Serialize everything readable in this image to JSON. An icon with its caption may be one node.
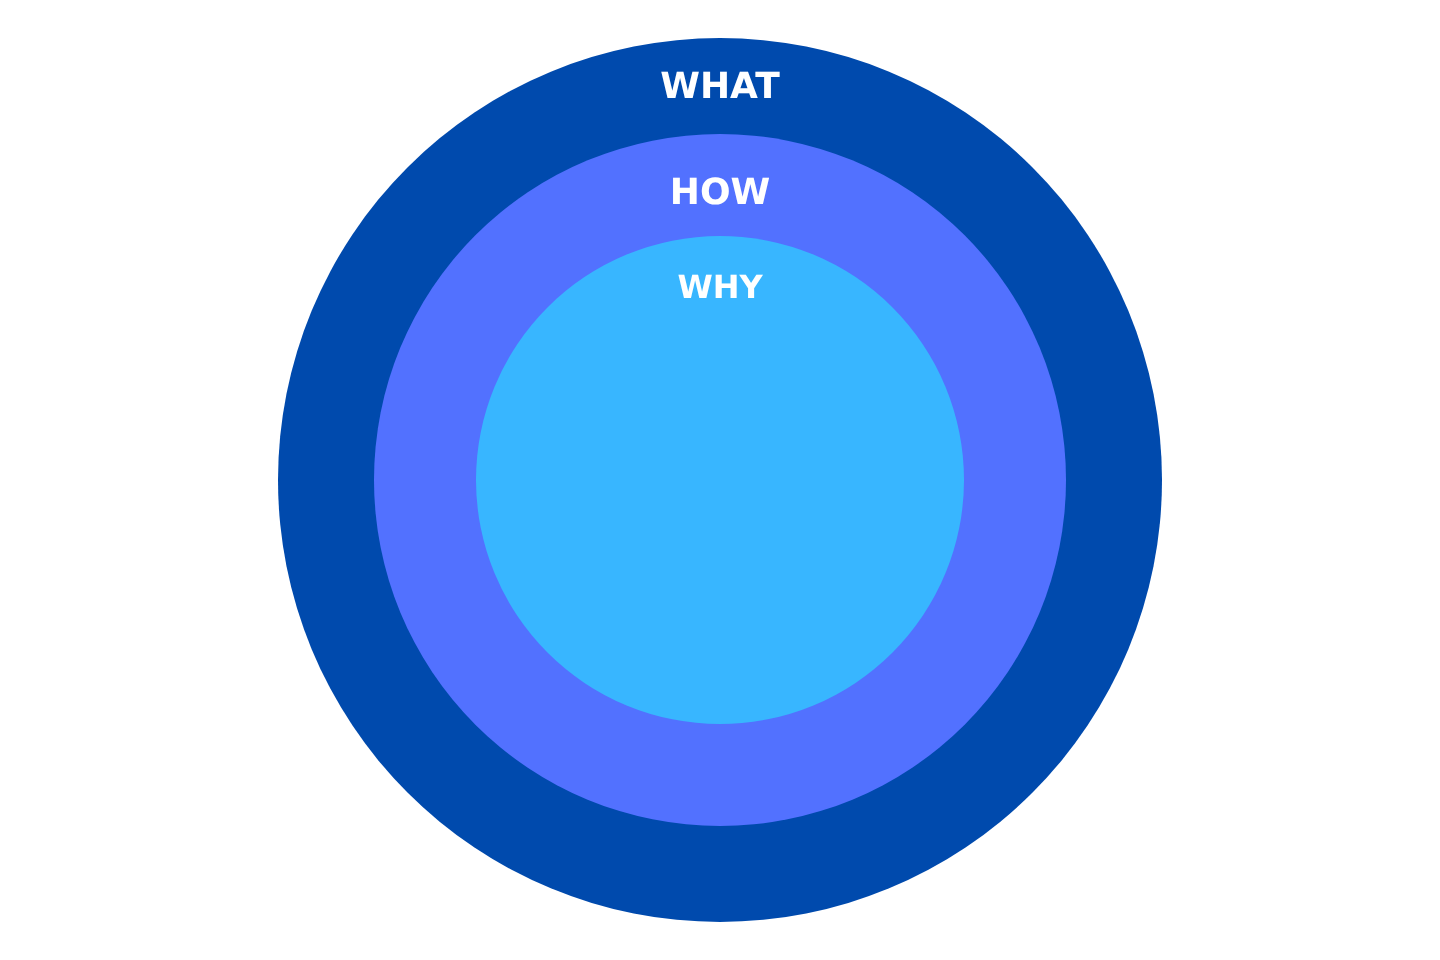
{
  "diagram": {
    "nodes": [
      {
        "text": [
          "WHAT"
        ]
      },
      {
        "text": [
          "HOW"
        ],
        "in": 0
      },
      {
        "text": [
          "WHY"
        ],
        "in": 1
      }
    ]
  }
}
